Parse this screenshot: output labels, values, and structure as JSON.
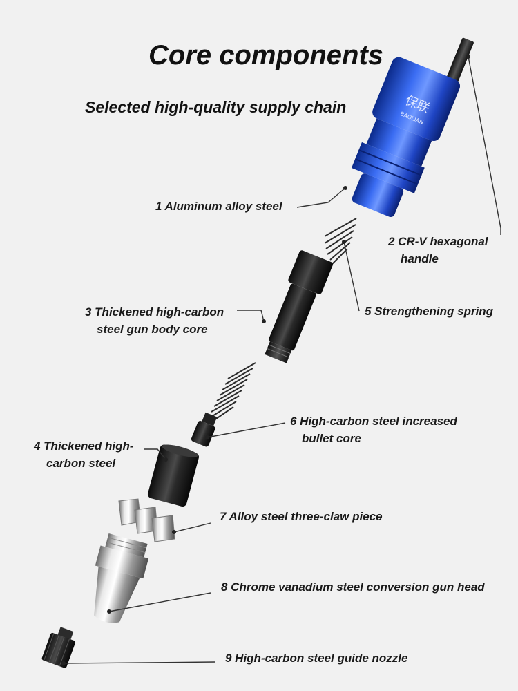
{
  "header": {
    "title": "Core components",
    "subtitle": "Selected high-quality supply chain"
  },
  "brand": {
    "logo_text": "保联",
    "logo_subtext": "BAOLIAN"
  },
  "colors": {
    "background": "#f1f1f1",
    "accent_blue": "#1f4fd6",
    "text": "#1a1a1a"
  },
  "components": [
    {
      "id": 1,
      "lines": [
        "1 Aluminum alloy steel"
      ]
    },
    {
      "id": 2,
      "lines": [
        "2 CR-V hexagonal",
        "handle"
      ]
    },
    {
      "id": 3,
      "lines": [
        "3 Thickened high-carbon",
        "steel gun body core"
      ]
    },
    {
      "id": 4,
      "lines": [
        "4 Thickened high-",
        "carbon steel"
      ]
    },
    {
      "id": 5,
      "lines": [
        "5 Strengthening spring"
      ]
    },
    {
      "id": 6,
      "lines": [
        "6 High-carbon steel increased",
        "bullet core"
      ]
    },
    {
      "id": 7,
      "lines": [
        "7 Alloy steel three-claw piece"
      ]
    },
    {
      "id": 8,
      "lines": [
        "8 Chrome vanadium steel conversion gun head"
      ]
    },
    {
      "id": 9,
      "lines": [
        "9 High-carbon steel guide nozzle"
      ]
    }
  ]
}
